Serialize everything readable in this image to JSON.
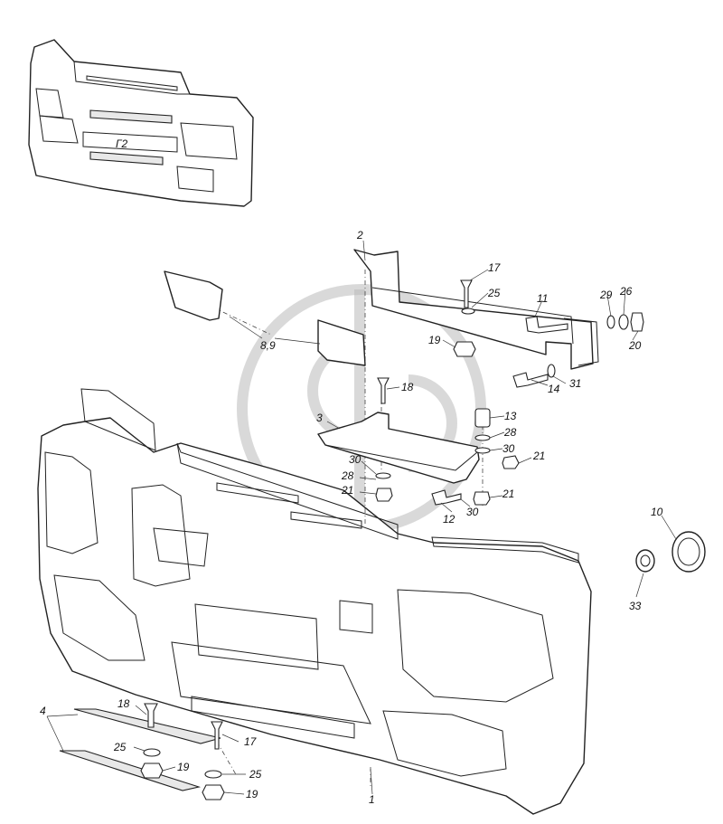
{
  "callouts": {
    "c1": "1",
    "c2": "2",
    "c3": "3",
    "c4": "4",
    "c8_9": "8,9",
    "c10": "10",
    "c11": "11",
    "c12": "12",
    "c13": "13",
    "c14": "14",
    "c17a": "17",
    "c17b": "17",
    "c18a": "18",
    "c18b": "18",
    "c19a": "19",
    "c19b": "19",
    "c19c": "19",
    "c20": "20",
    "c21a": "21",
    "c21b": "21",
    "c21c": "21",
    "c25a": "25",
    "c25b": "25",
    "c25c": "25",
    "c26": "26",
    "c28a": "28",
    "c28b": "28",
    "c29": "29",
    "c30a": "30",
    "c30b": "30",
    "c30c": "30",
    "c31": "31",
    "c33": "33"
  },
  "thumbnail": {
    "marking": "Г2"
  }
}
